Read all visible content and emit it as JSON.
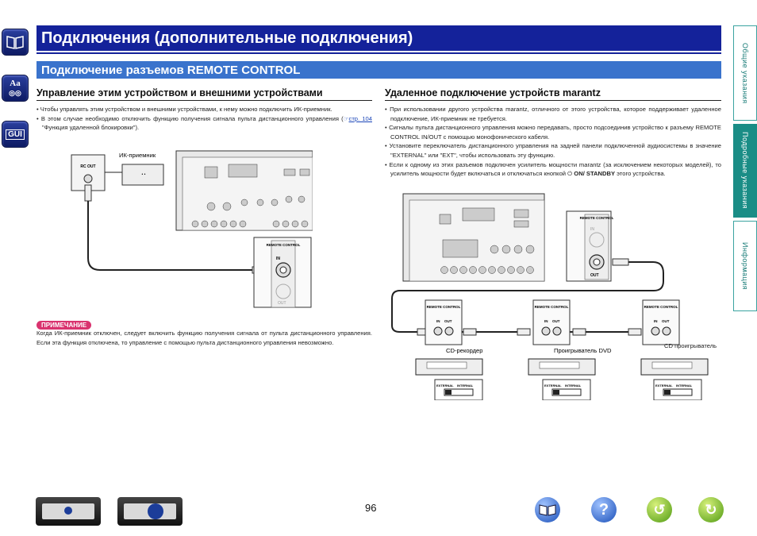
{
  "side_icons": [
    "Contents",
    "Aa",
    "GUI"
  ],
  "title": "Подключения (дополнительные подключения)",
  "subtitle": "Подключение разъемов REMOTE CONTROL",
  "right_tabs": [
    "Общие указания",
    "Подробные указания",
    "Информация"
  ],
  "left": {
    "heading": "Управление этим устройством и внешними устройствами",
    "bullet1": "Чтобы управлять этим устройством и внешними устройствами, к нему можно подключить ИК-приемник.",
    "bullet2_a": "В этом случае необходимо отключить функцию получения сигнала пульта дистанционного управления (",
    "bullet2_link": "стр. 104",
    "bullet2_b": " \"Функция удаленной блокировки\").",
    "diagram": {
      "rc_out": "RC OUT",
      "receiver": "ИК-приемник",
      "remote_control": "REMOTE CONTROL",
      "in": "IN",
      "out": "OUT"
    },
    "note_label": "ПРИМЕЧАНИЕ",
    "note_text": "Когда ИК-приемник отключен, следует включить функцию получения сигнала от пульта дистанционного управления. Если эта функция отключена, то управление с помощью пульта дистанционного управления невозможно."
  },
  "right": {
    "heading": "Удаленное подключение устройств marantz",
    "bullet1": "При использовании другого устройства marantz, отличного от этого устройства, которое поддерживает удаленное подключение, ИК-приемник не требуется.",
    "bullet2": "Сигналы пульта дистанционного управления можно передавать, просто подсоединив устройство к разъему REMOTE CONTROL IN/OUT с помощью монофонического кабеля.",
    "bullet3": "Установите переключатель дистанционного управления на задней панели подключенной аудиосистемы в значение \"EXTERNAL\" или \"EXT\", чтобы использовать эту функцию.",
    "bullet4_a": "Если к одному из этих разъемов подключен усилитель мощности marantz (за исключением некоторых моделей), то усилитель мощности будет включаться и отключаться кнопкой ",
    "bullet4_bold": "ON/ STANDBY",
    "bullet4_b": " этого устройства.",
    "diagram": {
      "remote_control": "REMOTE CONTROL",
      "in": "IN",
      "out": "OUT",
      "external": "EXTERNAL",
      "internal": "INTERNAL",
      "devices": [
        "CD-рекордер",
        "Проигрыватель DVD",
        "CD проигрыватель"
      ]
    }
  },
  "page_number": "96",
  "bottom_buttons": [
    "book-icon",
    "help-icon",
    "back-icon",
    "forward-icon"
  ],
  "colors": {
    "title_bg": "#14229a",
    "subtitle_bg": "#3a73cc",
    "tab_border": "#3aa3a0",
    "note_bg": "#d9336f"
  }
}
